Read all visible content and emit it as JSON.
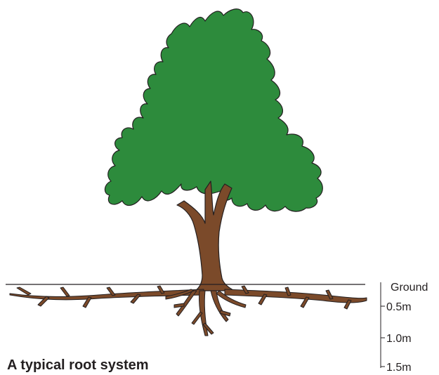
{
  "diagram": {
    "caption": "A typical root system",
    "depth_scale": {
      "labels": [
        "Ground",
        "0.5m",
        "1.0m",
        "1.5m"
      ]
    },
    "colors": {
      "canopy": "#2d8b3c",
      "trunk": "#7b4a2a",
      "outline": "#231f20",
      "text": "#231f20"
    }
  }
}
